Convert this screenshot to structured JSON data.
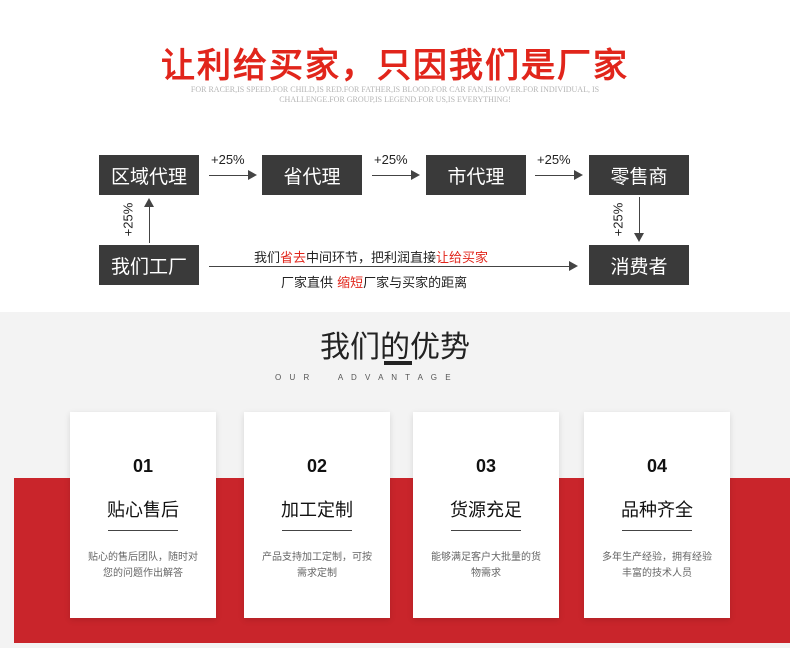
{
  "header": {
    "headline": "让利给买家，只因我们是厂家",
    "subline": "FOR RACER,IS SPEED.FOR CHILD,IS RED.FOR FATHER,IS BLOOD.FOR CAR FAN,IS LOVER.FOR INDIVIDUAL, IS CHALLENGE.FOR GROUP,IS LEGEND.FOR US,IS EVERYTHING!"
  },
  "flow": {
    "boxes": {
      "district": "区域代理",
      "province": "省代理",
      "city": "市代理",
      "retailer": "零售商",
      "factory": "我们工厂",
      "consumer": "消费者"
    },
    "markup": "+25%",
    "desc1_a": "我们",
    "desc1_b": "省去",
    "desc1_c": "中间环节，把利润直接",
    "desc1_d": "让给买家",
    "desc2_a": "厂家直供 ",
    "desc2_b": "缩短",
    "desc2_c": "厂家与买家的距离"
  },
  "advantage": {
    "title": "我们的优势",
    "subtitle": "O U R     A D V A N T A G E",
    "cards": [
      {
        "num": "01",
        "title": "贴心售后",
        "desc": "贴心的售后团队，随时对您的问题作出解答"
      },
      {
        "num": "02",
        "title": "加工定制",
        "desc": "产品支持加工定制，可按需求定制"
      },
      {
        "num": "03",
        "title": "货源充足",
        "desc": "能够满足客户大批量的货物需求"
      },
      {
        "num": "04",
        "title": "品种齐全",
        "desc": "多年生产经验，拥有经验丰富的技术人员"
      }
    ]
  },
  "colors": {
    "accent_red": "#e1251b",
    "band_red": "#c9252b",
    "box_dark": "#3a3a3a"
  }
}
